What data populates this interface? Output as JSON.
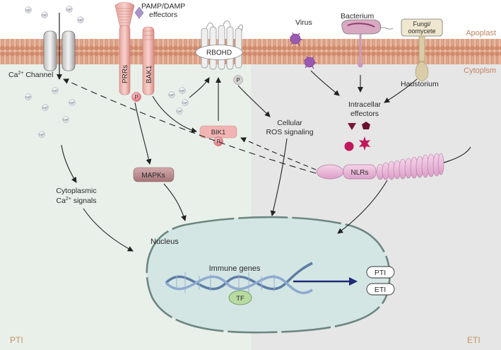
{
  "colors": {
    "pti_bg": "#e9f0ea",
    "eti_bg": "#e6e6e6",
    "membrane": "#d9977a",
    "membrane_head": "#c97a5c",
    "receptor": "#e9a29a",
    "receptor_dark": "#c96e66",
    "phospho": "#ee8e95",
    "mapk": "#b58a8c",
    "nlr": "#e9b6d6",
    "nucleus": "#d6e7e6",
    "nucleus_border": "#6d8780",
    "effector": "#c0185c",
    "effector_dark": "#7a1538",
    "virus": "#8b4a9e",
    "arrow_eti": "#1f2a7a",
    "ca_ion": "#e3e6ee"
  },
  "labels": {
    "apoplast": "Apoplast",
    "cytoplasm": "Cytoplsm",
    "pamp": "PAMP/DAMP",
    "effectors": "effectors",
    "virus": "Virus",
    "bacterium": "Bacterium",
    "fungi_1": "Fungi/",
    "fungi_2": "oomycete",
    "haustorium": "Haustorium",
    "intracellular_1": "Intracellar",
    "intracellular_2": "effectors",
    "ca_channel_main": "Ca",
    "ca_channel_sup": "2+",
    "ca_channel_rest": " Channel",
    "prrs": "PRRs",
    "bak1": "BAK1",
    "rbohd": "RBOHD",
    "p": "P",
    "bik1": "BIK1",
    "mapks": "MAPKs",
    "nlrs": "NLRs",
    "cellular_ros_1": "Cellular",
    "cellular_ros_2": "ROS signaling",
    "cytoplasmic_1": "Cytoplasmic",
    "cytoplasmic_2a": "Ca",
    "cytoplasmic_2sup": "2+",
    "cytoplasmic_2b": " signals",
    "nucleus": "Nucleus",
    "immune_genes": "Immune genes",
    "tf": "TF",
    "pti_out": "PTI",
    "eti_out": "ETI",
    "pti_corner": "PTI",
    "eti_corner": "ETI",
    "ca_ion": "Ca²⁺"
  }
}
